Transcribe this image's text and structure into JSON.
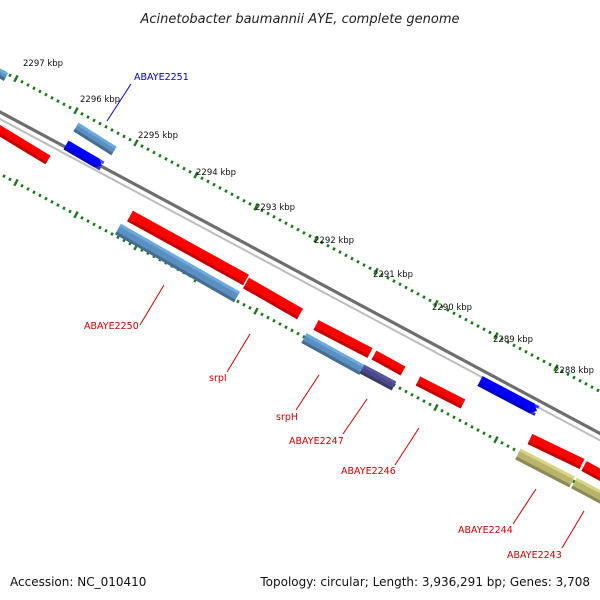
{
  "title": "Acinetobacter baumannii AYE, complete genome",
  "accession": "Accession: NC_010410",
  "summary": "Topology: circular; Length: 3,936,291 bp; Genes: 3,708",
  "colors": {
    "forward_cds": "#ff0000",
    "reverse_cds": "#5b8fbf",
    "highlight_cds": "#0000ff",
    "rna": "#4a4a8a",
    "other": "#b8b46e",
    "backbone": "#888888",
    "ticks": "#1a7a1a",
    "label_red": "#cc0000",
    "label_blue": "#0000cc"
  },
  "kbp_ticks": [
    "2297 kbp",
    "2296 kbp",
    "2295 kbp",
    "2294 kbp",
    "2293 kbp",
    "2292 kbp",
    "2291 kbp",
    "2290 kbp",
    "2289 kbp",
    "2288 kbp"
  ],
  "gene_labels": [
    {
      "id": "ABAYE2251",
      "color": "blue"
    },
    {
      "id": "ABAYE2250",
      "color": "red"
    },
    {
      "id": "srpI",
      "color": "red"
    },
    {
      "id": "srpH",
      "color": "red"
    },
    {
      "id": "ABAYE2247",
      "color": "red"
    },
    {
      "id": "ABAYE2246",
      "color": "red"
    },
    {
      "id": "ABAYE2244",
      "color": "red"
    },
    {
      "id": "ABAYE2243",
      "color": "red"
    }
  ]
}
